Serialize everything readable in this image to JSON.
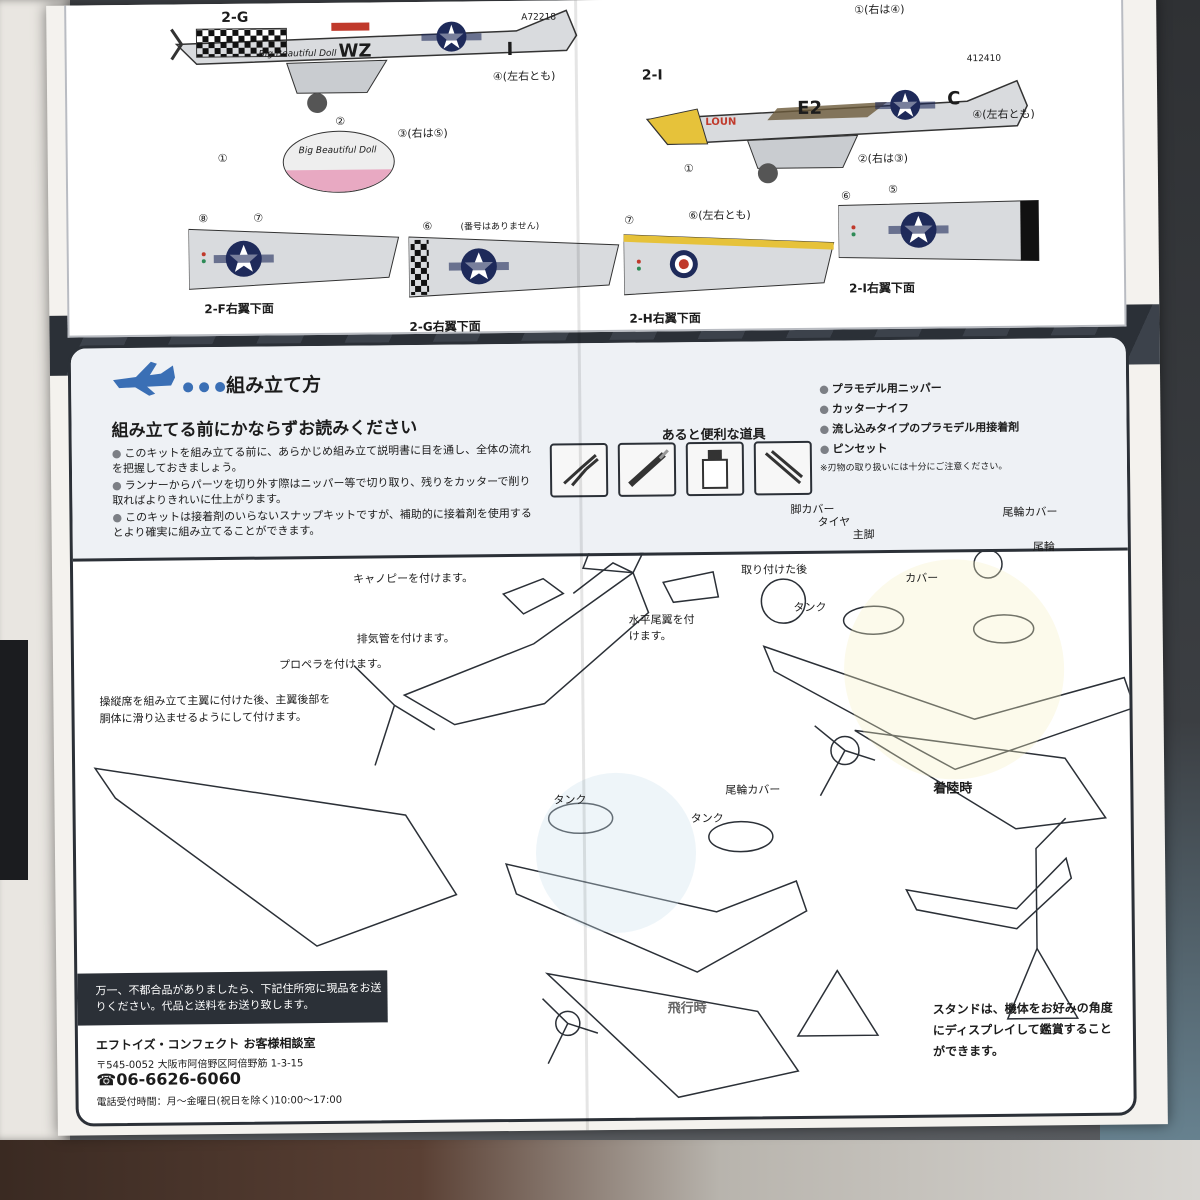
{
  "decals": {
    "schemes": [
      {
        "label": "2-G",
        "tail_code": "A72218",
        "fuselage_code": "WZ",
        "letter": "I",
        "nose_text": "Big Beautiful Doll"
      },
      {
        "label": "2-I",
        "tail_code": "412410",
        "fuselage_code": "E2",
        "letter": "C",
        "nose_text": "LOUN"
      }
    ],
    "callouts": {
      "g1": "①",
      "g3": "③(右は⑤)",
      "g4": "④(左右とも)",
      "g2": "②",
      "topright": "①(右は④)",
      "i1": "①",
      "i2": "②(右は③)",
      "i4": "④(左右とも)",
      "w8": "⑧",
      "w7": "⑦",
      "w6g": "⑥",
      "w6g_note": "(番号はありません)",
      "w7h": "⑦",
      "w6h": "⑥(左右とも)",
      "w6i": "⑥",
      "w5i": "⑤"
    },
    "wing_captions": [
      "2-F右翼下面",
      "2-G右翼下面",
      "2-H右翼下面",
      "2-I右翼下面"
    ]
  },
  "instructions": {
    "title": "組み立て方",
    "heading": "組み立てる前にかならずお読みください",
    "notes": [
      "このキットを組み立てる前に、あらかじめ組み立て説明書に目を通し、全体の流れを把握しておきましょう。",
      "ランナーからパーツを切り外す際はニッパー等で切り取り、残りをカッターで削り取ればよりきれいに仕上がります。",
      "このキットは接着剤のいらないスナップキットですが、補助的に接着剤を使用するとより確実に組み立てることができます。"
    ],
    "tools_title": "あると便利な道具",
    "tools": [
      "プラモデル用ニッパー",
      "カッターナイフ",
      "流し込みタイプのプラモデル用接着剤",
      "ピンセット"
    ],
    "tools_caution": "※刃物の取り扱いには十分にご注意ください。",
    "steps": {
      "canopy": "キャノピーを付けます。",
      "exhaust": "排気管を付けます。",
      "propeller": "プロペラを付けます。",
      "cockpit": "操縦席を組み立て主翼に付けた後、主翼後部を胴体に滑り込ませるようにして付けます。",
      "h_stab": "水平尾翼を付けます。",
      "gear_cover": "脚カバー",
      "tire": "タイヤ",
      "main_gear": "主脚",
      "tail_cover_top": "尾輪カバー",
      "tail_wheel": "尾輪",
      "attached": "取り付けた後",
      "cover": "カバー",
      "tank_top": "タンク",
      "landing": "着陸時",
      "tank_bottom_left": "タンク",
      "tank_bottom_right": "タンク",
      "tail_cover_bottom": "尾輪カバー",
      "flying": "飛行時"
    },
    "stand_note": "スタンドは、機体をお好みの角度にディスプレイして鑑賞することができます。"
  },
  "contact": {
    "notice": "万一、不都合品がありましたら、下記住所宛に現品をお送りください。代品と送料をお送り致します。",
    "company": "エフトイズ・コンフェクト お客様相談室",
    "address": "〒545-0052 大阪市阿倍野区阿倍野筋 1-3-15",
    "tel": "☎06-6626-6060",
    "hours": "電話受付時間：月～金曜日(祝日を除く)10:00～17:00"
  },
  "colors": {
    "panel_border": "#2b3037",
    "roundel_blue": "#1e2a5a",
    "accent_blue": "#3a6fb5",
    "checker": "#111111",
    "nose_yellow": "#e6c23a",
    "olive": "#6b5a3a"
  }
}
